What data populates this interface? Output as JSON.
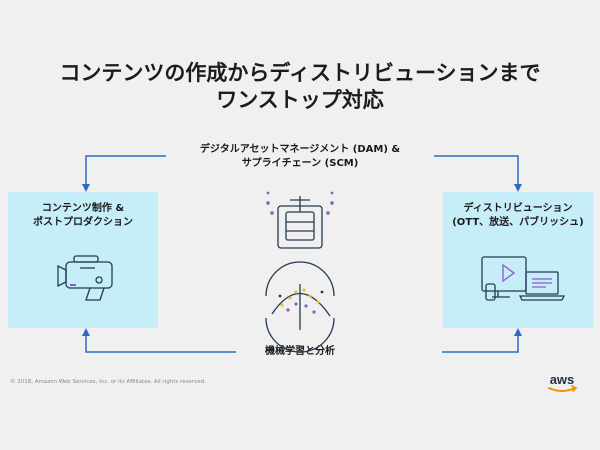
{
  "title": {
    "line1": "コンテンツの作成からディストリビューションまで",
    "line2": "ワンストップ対応"
  },
  "left_box": {
    "line1": "コンテンツ制作 &",
    "line2": "ポストプロダクション",
    "icon": "video-camera-icon"
  },
  "right_box": {
    "line1": "ディストリビューション",
    "line2": "(OTT、放送、パブリッシュ)",
    "icon": "devices-icon"
  },
  "center_top": {
    "line1": "デジタルアセットマネージメント (DAM) &",
    "line2": "サプライチェーン (SCM)",
    "icon": "asset-storage-icon"
  },
  "center_bottom": {
    "label": "機械学習と分析",
    "icon": "machine-learning-icon"
  },
  "footer": {
    "copyright": "© 2018, Amazon Web Services, Inc. or its Affiliates. All rights reserved.",
    "logo_text": "aws"
  },
  "colors": {
    "arrow": "#2a6cc4",
    "box": "#c6eef8",
    "icon_dark": "#243a52",
    "icon_purple": "#8a5cc8",
    "icon_yellow": "#e8c040",
    "aws_orange": "#f29100"
  }
}
